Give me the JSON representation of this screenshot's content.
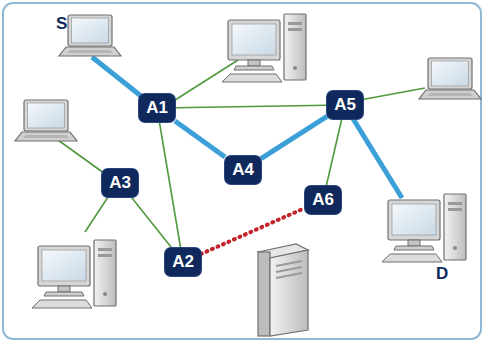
{
  "diagram": {
    "nodes": [
      {
        "text": [
          "A1"
        ]
      },
      {
        "text": [
          "A5"
        ]
      },
      {
        "text": [
          "A3"
        ]
      },
      {
        "text": [
          "A4"
        ]
      },
      {
        "text": [
          "A6"
        ]
      },
      {
        "text": [
          "A2"
        ]
      }
    ],
    "edges": [
      {
        "from": 0,
        "to": 1,
        "arrow": "none"
      },
      {
        "from": 0,
        "to": 3,
        "arrow": "none"
      },
      {
        "from": 3,
        "to": 1,
        "arrow": "none"
      },
      {
        "from": 0,
        "to": 5,
        "arrow": "none"
      },
      {
        "from": 2,
        "to": 5,
        "arrow": "none"
      },
      {
        "from": 1,
        "to": 4,
        "arrow": "none"
      },
      {
        "from": 5,
        "to": 4,
        "arrow": "none"
      }
    ],
    "labels": [
      "S",
      "D"
    ]
  }
}
